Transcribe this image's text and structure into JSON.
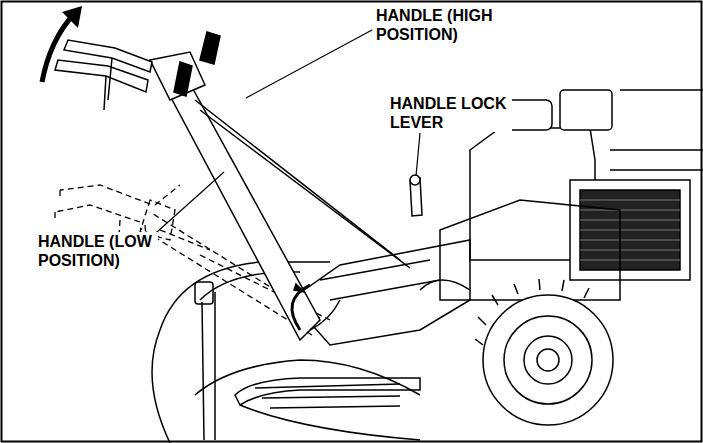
{
  "diagram": {
    "labels": [
      "HANDLE (HIGH POSITION)",
      "HANDLE LOCK LEVER",
      "HANDLE (LOW POSITION)"
    ]
  }
}
